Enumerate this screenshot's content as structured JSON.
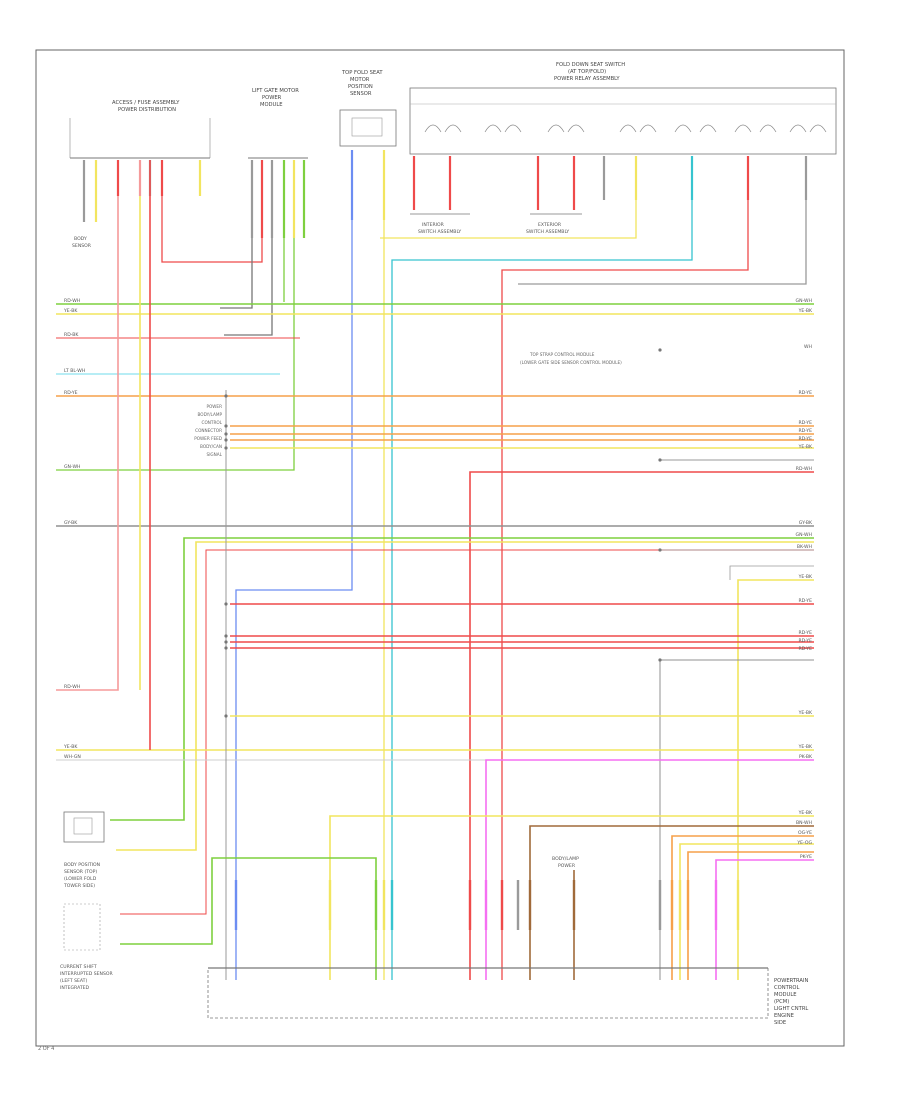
{
  "page_number": "2 OF 4",
  "components": {
    "body_fuse_left": [
      "ACCESS / FUSE ASSEMBLY",
      "POWER DISTRIBUTION"
    ],
    "lift_gate_motor": [
      "LIFT GATE MOTOR",
      "POWER",
      "MODULE"
    ],
    "top_motor": [
      "TOP FOLD SEAT",
      "MOTOR",
      "POSITION",
      "SENSOR"
    ],
    "right_top_block": [
      "FOLD DOWN SEAT SWITCH",
      "(AT TOP/FOLD)",
      "POWER RELAY ASSEMBLY"
    ],
    "switch_a": [
      "INTERIOR",
      "SWITCH ASSEMBLY"
    ],
    "switch_b": [
      "EXTERIOR",
      "SWITCH ASSEMBLY"
    ],
    "sensor_left": [
      "BODY",
      "SENSOR"
    ],
    "midright_note": [
      "TOP STRAP CONTROL MODULE",
      "(LOWER GATE SIDE SENSOR CONTROL MODULE)"
    ],
    "center_stack": [
      "POWER",
      "BODY/LAMP",
      "CONTROL",
      "CONNECTOR",
      "POWER FEED",
      "BODY/CAN",
      "SIGNAL"
    ],
    "body_sensor_bottom": [
      "BODY POSITION",
      "SENSOR (TOP)",
      "(LOWER FOLD",
      "TOWER SIDE)"
    ],
    "bottom_left_sensor": [
      "CURRENT SHIFT",
      "INTERRUPTED SENSOR",
      "(LEFT SEAT)",
      "INTEGRATED"
    ],
    "module_right": [
      "POWERTRAIN",
      "CONTROL",
      "MODULE",
      "(PCM)",
      "LIGHT CNTRL",
      "ENGINE",
      "SIDE"
    ],
    "center_bottom": [
      "BODY/LAMP",
      "POWER"
    ]
  },
  "wire_labels": {
    "left": [
      "RD-WH",
      "YE-BK",
      "RD-BK",
      "LT BL-WH",
      "RD-YE",
      "GN-WH",
      "GY-BK",
      "RD-WH",
      "YE-BK",
      "WH-GN"
    ],
    "right": [
      "GN-WH",
      "YE-BK",
      "WH",
      "RD-YE",
      "RD-YE",
      "RD-YE",
      "RD-YE",
      "YE-BK",
      "RD-WH",
      "GY-BK",
      "GN-WH",
      "BK-WH",
      "YE-BK",
      "RD-YE",
      "RD-YE",
      "RD-YE",
      "RD-YE",
      "YE-BK",
      "YE-BK",
      "PK-BK",
      "YE-BK",
      "BN-WH",
      "OG-YE",
      "YE-OG",
      "PK-YE"
    ]
  },
  "colors": {
    "frame": "#666666",
    "red": "#ef4a4a",
    "pink": "#f59a9a",
    "green": "#7ed03f",
    "yellow": "#f2e55f",
    "orange": "#f6a04a",
    "cyan": "#37c4cf",
    "blue": "#6c8df2",
    "magenta": "#f56ff2",
    "brown": "#a06a3a",
    "gray": "#909090",
    "light_green": "#a8e080",
    "lightcyan": "#9fe7f2"
  }
}
